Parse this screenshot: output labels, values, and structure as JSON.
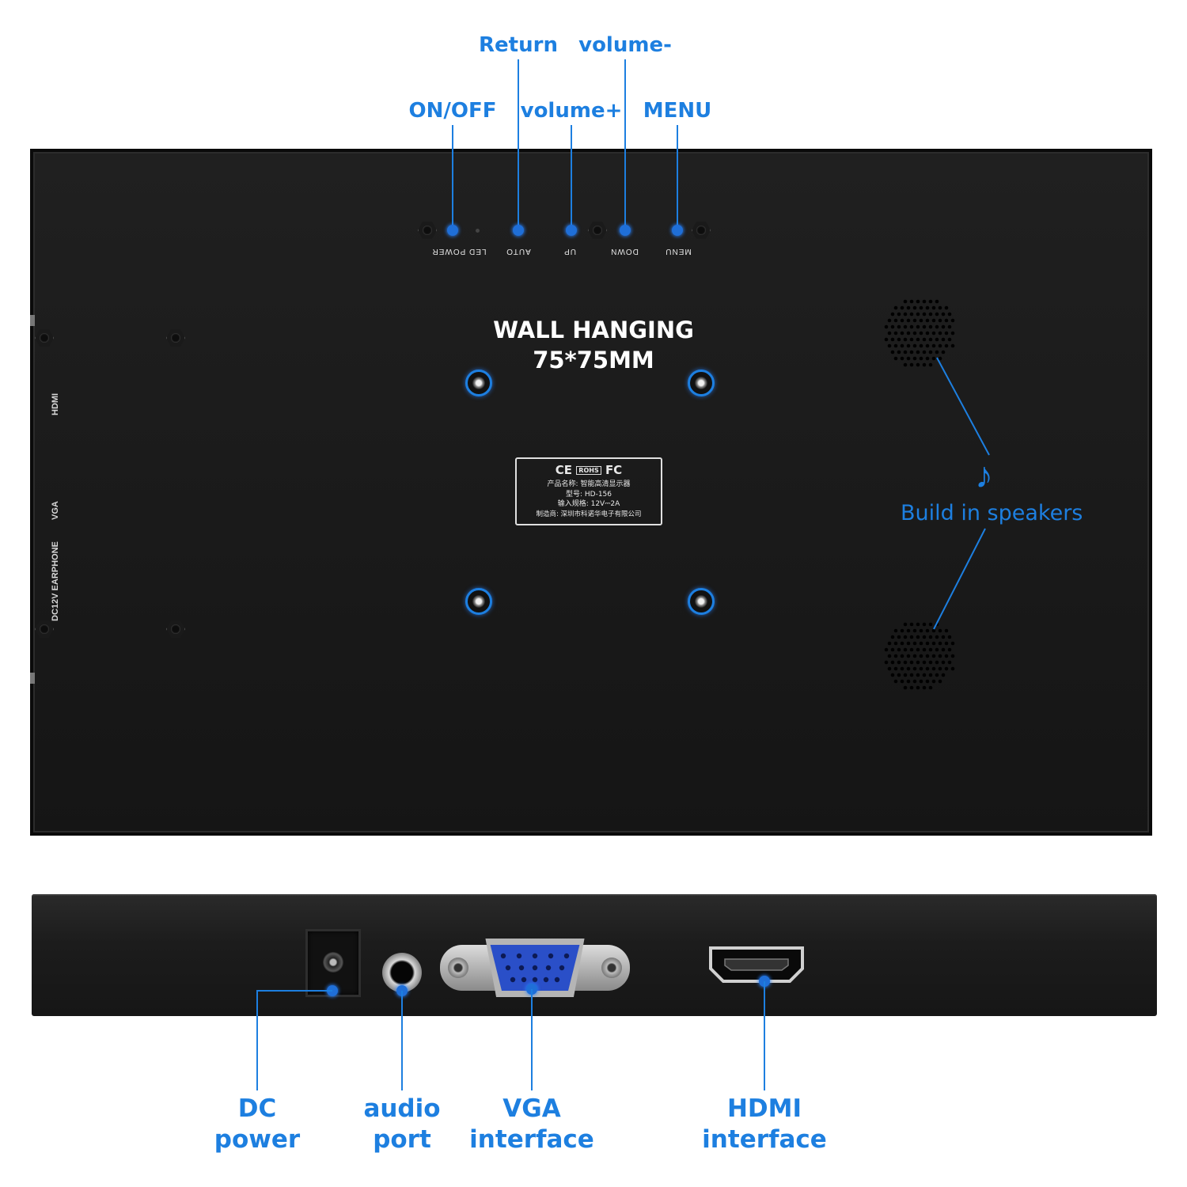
{
  "top_callouts": {
    "return": "Return",
    "volume_minus": "volume-",
    "on_off": "ON/OFF",
    "volume_plus": "volume+",
    "menu": "MENU"
  },
  "button_labels": {
    "led_power": "LED POWER",
    "auto": "AUTO",
    "up": "UP",
    "down": "DOWN",
    "menu": "MENU"
  },
  "side_port_labels": {
    "hdmi": "HDMI",
    "vga": "VGA",
    "dc_earphone": "DC12V EARPHONE"
  },
  "wall_hanging": {
    "line1": "WALL HANGING",
    "line2": "75*75MM"
  },
  "spec_plate": {
    "cert_ce": "CE",
    "cert_rohs": "ROHS",
    "cert_fc": "FC",
    "row1": "产品名称: 智能高清显示器",
    "row2": "型号: HD-156",
    "row3": "输入规格: 12V⎓2A",
    "row4": "制造商: 深圳市科诺华电子有限公司"
  },
  "speakers": {
    "label": "Build in speakers",
    "icon": "music-note-icon"
  },
  "bottom_callouts": {
    "dc_power": {
      "line1": "DC",
      "line2": "power"
    },
    "audio_port": {
      "line1": "audio",
      "line2": "port"
    },
    "vga_interface": {
      "line1": "VGA",
      "line2": "interface"
    },
    "hdmi_interface": {
      "line1": "HDMI",
      "line2": "interface"
    }
  },
  "colors": {
    "accent": "#1d7fe0",
    "panel": "#1b1b1b",
    "background": "#ffffff"
  }
}
